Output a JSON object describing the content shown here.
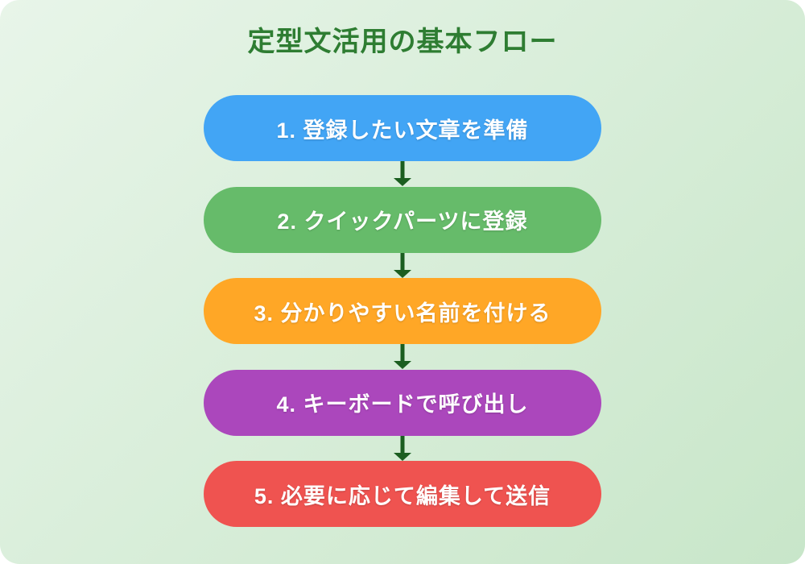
{
  "page": {
    "title": "定型文活用の基本フロー",
    "title_color": "#2E7D32",
    "background_start": "#E8F5E9",
    "background_end": "#C8E6C9",
    "arrow_color": "#1B5E20"
  },
  "flow": {
    "steps": [
      {
        "label": "1. 登録したい文章を準備",
        "color": "#42A5F5"
      },
      {
        "label": "2. クイックパーツに登録",
        "color": "#66BB6A"
      },
      {
        "label": "3. 分かりやすい名前を付ける",
        "color": "#FFA726"
      },
      {
        "label": "4. キーボードで呼び出し",
        "color": "#AB47BC"
      },
      {
        "label": "5. 必要に応じて編集して送信",
        "color": "#EF5350"
      }
    ]
  }
}
